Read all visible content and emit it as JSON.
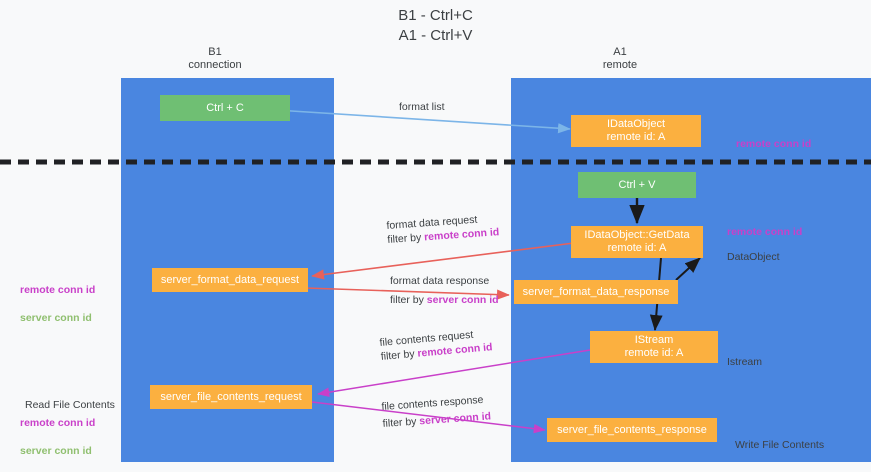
{
  "title": "B1 - Ctrl+C\nA1 - Ctrl+V",
  "colors": {
    "lane": "#4a86e0",
    "green_node": "#6fbf73",
    "orange_node": "#fbb040",
    "remote_conn_id": "#c940c9",
    "server_conn_id": "#8fbf6f",
    "divider": "#202124",
    "arrow_blue": "#7cb5e8",
    "arrow_red": "#e8615a",
    "arrow_magenta": "#c940c9",
    "arrow_black": "#1a1a1a",
    "background": "#f8f9fa",
    "text": "#3c4043"
  },
  "lanes": [
    {
      "name": "left-lane",
      "title": "B1\nconnection"
    },
    {
      "name": "right-lane",
      "title": "A1\nremote"
    }
  ],
  "nodes": {
    "ctrl_c": "Ctrl + C",
    "idataobject": "IDataObject\nremote id: A",
    "ctrl_v": "Ctrl + V",
    "getdata": "IDataObject::GetData\nremote id: A",
    "server_format_data_request": "server_format_data_request",
    "server_format_data_response": "server_format_data_response",
    "istream": "IStream\nremote id: A",
    "server_file_contents_request": "server_file_contents_request",
    "server_file_contents_response": "server_file_contents_response"
  },
  "edge_labels": {
    "format_list": "format list",
    "format_data_request": "format data request",
    "format_data_request_filter_prefix": "filter by ",
    "format_data_request_filter_key": "remote conn id",
    "format_data_response": "format data response",
    "format_data_response_filter_prefix": "filter by ",
    "format_data_response_filter_key": "server conn id",
    "file_contents_request": "file contents request",
    "file_contents_request_filter_prefix": "filter by ",
    "file_contents_request_filter_key": "remote conn id",
    "file_contents_response": "file contents response",
    "file_contents_response_filter_prefix": "filter by ",
    "file_contents_response_filter_key": "server conn id"
  },
  "side_labels": {
    "right_remote_conn_id_top": "remote conn id",
    "right_remote_conn_id_mid": "remote conn id",
    "right_dataobject": "DataObject",
    "right_istream": "Istream",
    "right_write_file_contents": "Write File Contents",
    "left_remote_conn_id": "remote conn id",
    "left_server_conn_id": "server conn id",
    "left_read_file_contents": "Read File Contents",
    "left_remote_conn_id_2": "remote conn id",
    "left_server_conn_id_2": "server conn id"
  }
}
